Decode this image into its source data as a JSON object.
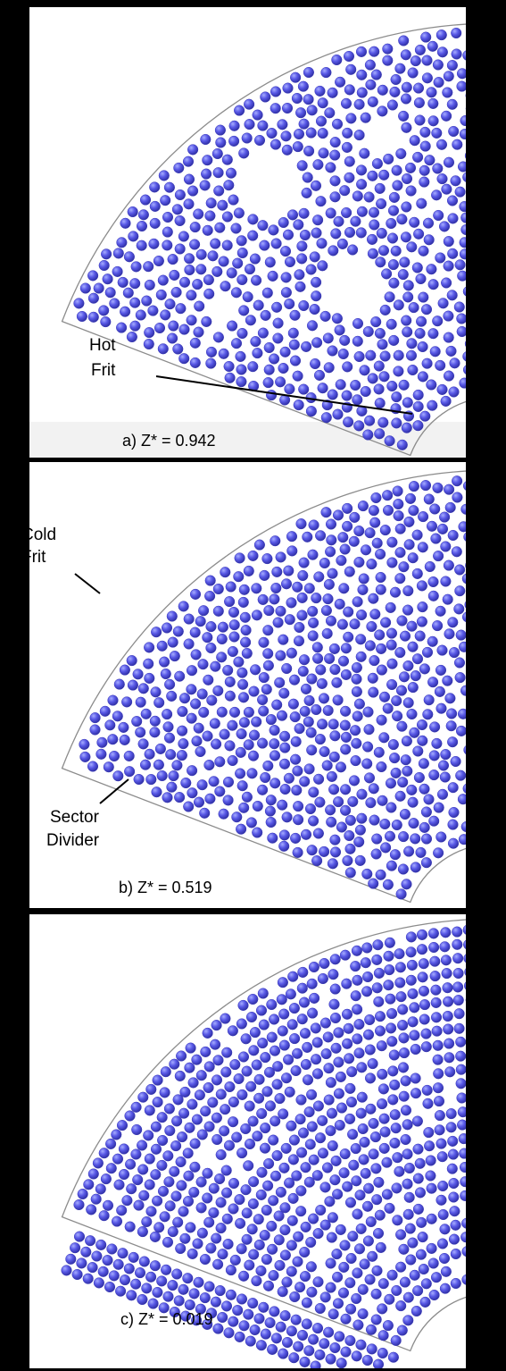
{
  "panels": [
    {
      "id": "a",
      "caption": "a) Z* = 0.942",
      "state": "disordered",
      "annotations": [
        {
          "key": "hot-frit",
          "lines": [
            "Hot",
            "Frit"
          ]
        }
      ]
    },
    {
      "id": "b",
      "caption": "b) Z* = 0.519",
      "state": "intermediate",
      "annotations": [
        {
          "key": "cold-frit",
          "lines": [
            "Cold",
            "Frit"
          ]
        },
        {
          "key": "sector-divider",
          "lines": [
            "Sector",
            "Divider"
          ]
        }
      ]
    },
    {
      "id": "c",
      "caption": "c) Z* = 0.019",
      "state": "ordered-layers",
      "annotations": []
    }
  ],
  "colors": {
    "particle": "#5050e0",
    "particle_highlight": "#9aa0ff",
    "particle_shadow": "#2a2a9a",
    "background": "#000000",
    "panel": "#ffffff",
    "outline": "#8c8c8c"
  }
}
